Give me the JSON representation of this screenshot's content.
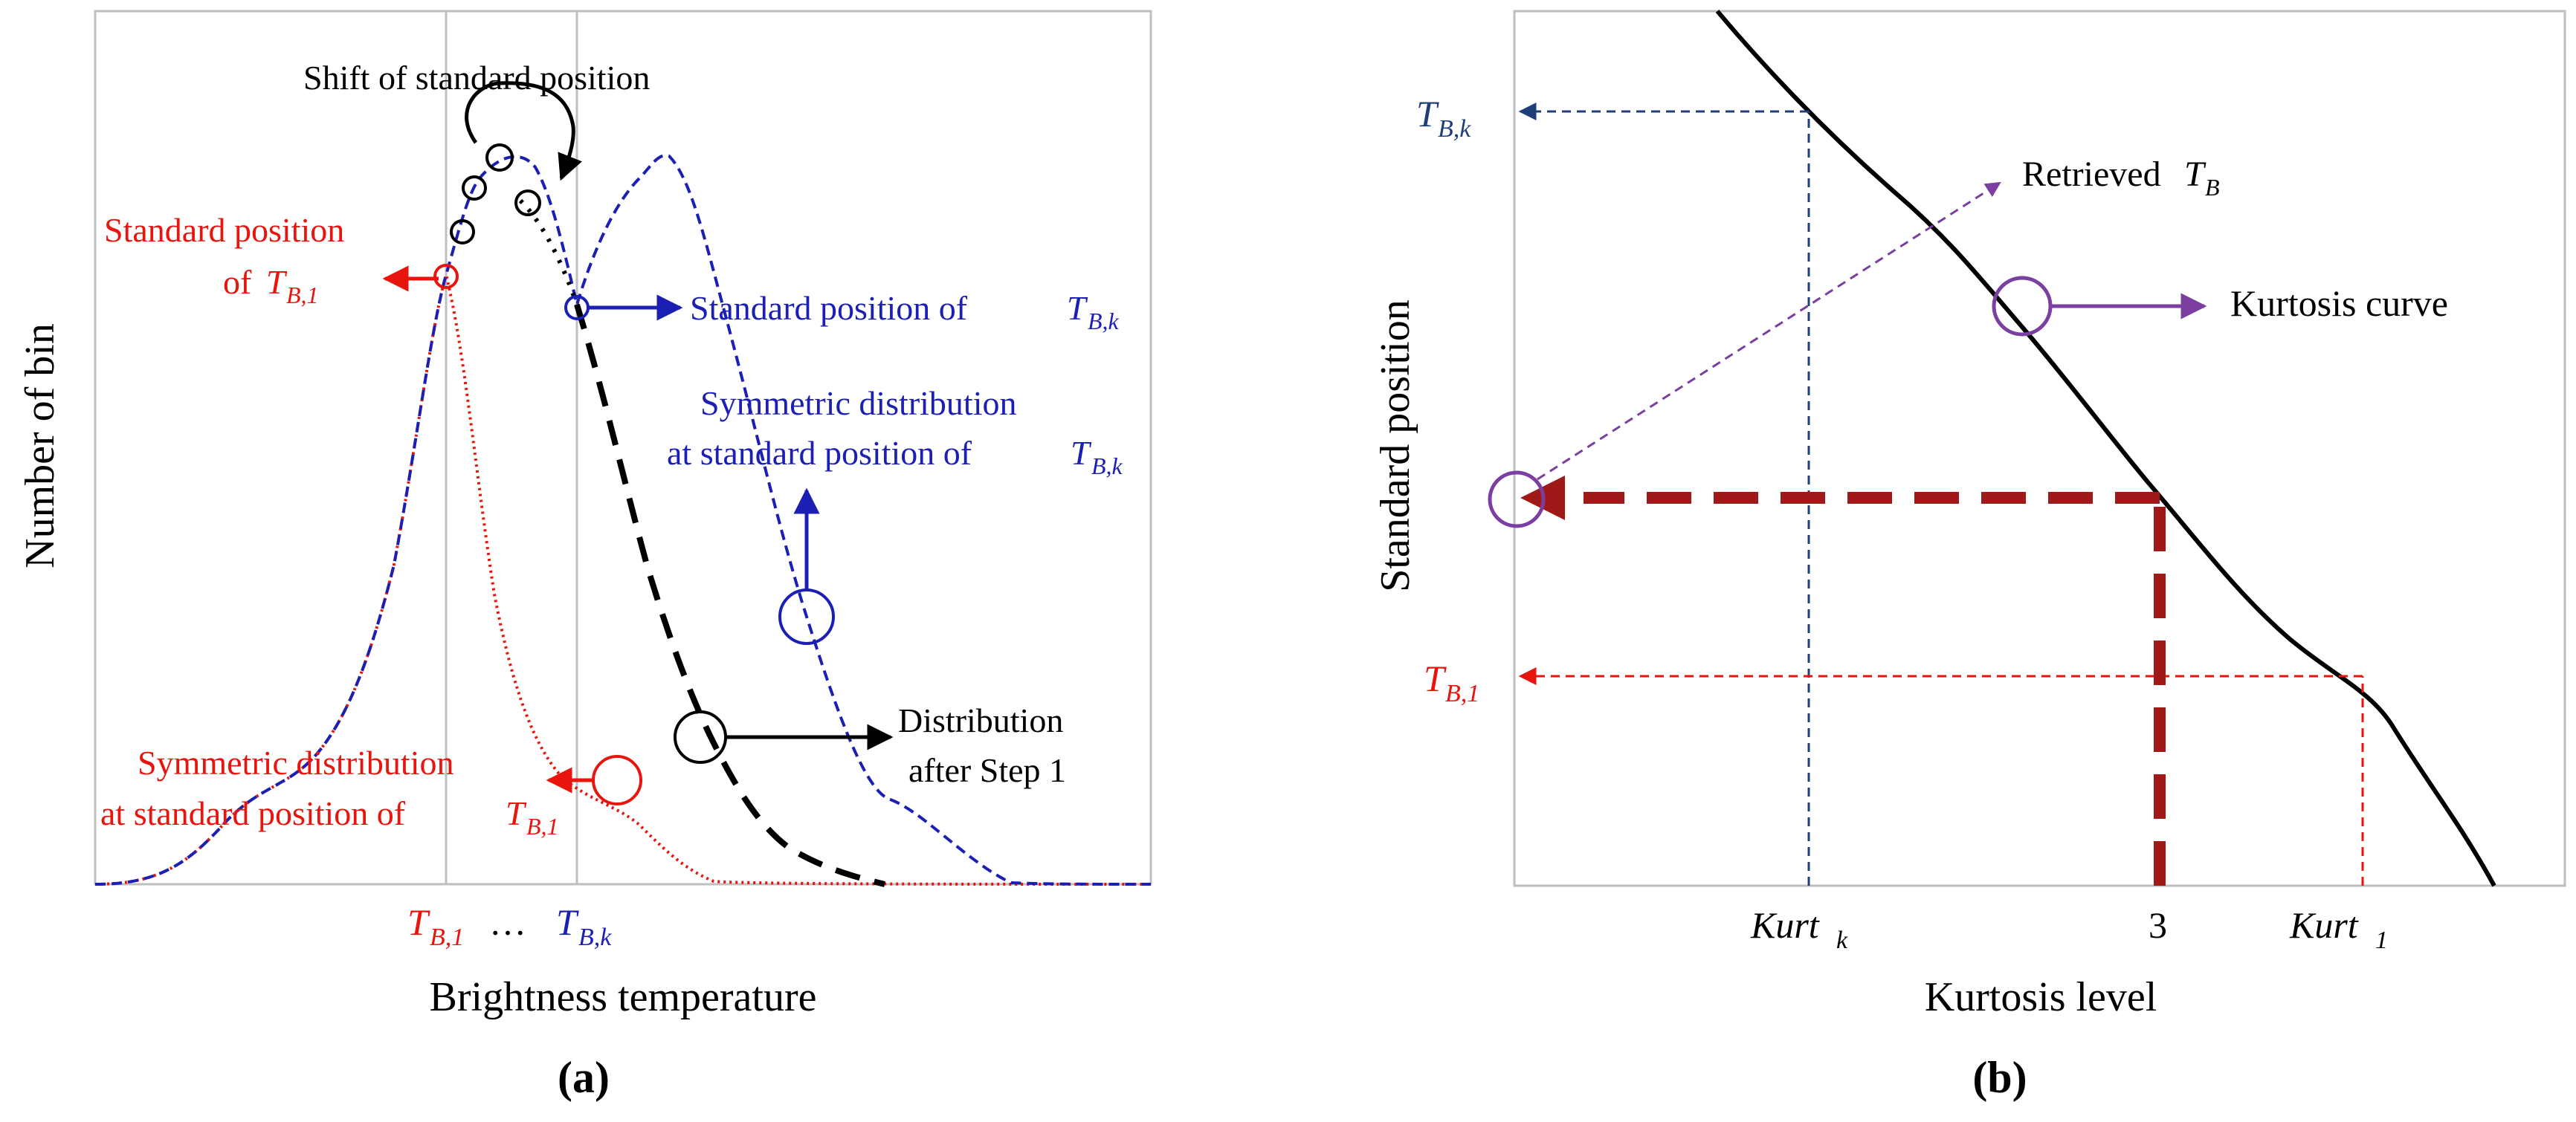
{
  "colors": {
    "red": "#e8140e",
    "blue": "#1c1fb4",
    "navy": "#1f3f78",
    "black": "#000000",
    "purple": "#7a3fa0",
    "darkred": "#a01818",
    "gridline": "#bfbfbf"
  },
  "panel_a": {
    "caption": "(a)",
    "xlabel": "Brightness temperature",
    "ylabel": "Number of bin",
    "shift_label": "Shift of standard position",
    "std_pos_1_line1": "Standard position",
    "std_pos_1_line2": "of",
    "std_pos_k": "Standard position of",
    "sym_k_line1": "Symmetric distribution",
    "sym_k_line2": "at standard position of",
    "dist_step1_line1": "Distribution",
    "dist_step1_line2": "after Step 1",
    "sym_1_line1": "Symmetric distribution",
    "sym_1_line2": "at standard position of",
    "tick_sym_T": "T",
    "tick_sub_B1": "B,1",
    "tick_sub_Bk": "B,k",
    "tick_dots": "…"
  },
  "panel_b": {
    "caption": "(b)",
    "xlabel": "Kurtosis level",
    "ylabel": "Standard position",
    "retrieved": "Retrieved",
    "retrieved_T": "T",
    "retrieved_sub": "B",
    "kurtosis_curve": "Kurtosis curve",
    "y_T": "T",
    "y_sub_Bk": "B,k",
    "y_sub_B1": "B,1",
    "x_kurt": "Kurt",
    "x_sub_k": "k",
    "x_sub_1": "1",
    "x_three": "3"
  }
}
